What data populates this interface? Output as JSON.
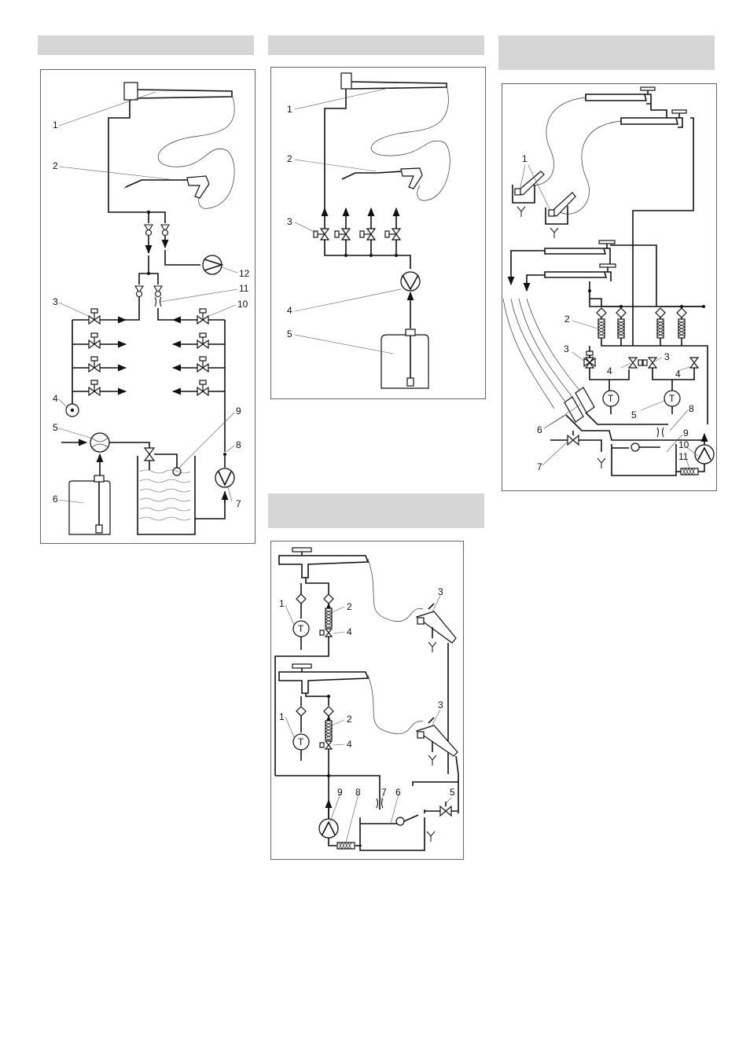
{
  "page": {
    "background": "#ffffff",
    "header_color": "#d6d6d6",
    "line_color": "#111111"
  },
  "diagram_a": {
    "labels": {
      "l1": "1",
      "l2": "2",
      "l3": "3",
      "l4": "4",
      "l5": "5",
      "l6": "6",
      "l7": "7",
      "l8": "8",
      "l9": "9",
      "l10": "10",
      "l11": "11",
      "l12": "12"
    }
  },
  "diagram_b": {
    "labels": {
      "l1": "1",
      "l2": "2",
      "l3": "3",
      "l4": "4",
      "l5": "5"
    }
  },
  "diagram_c": {
    "labels": {
      "l1a": "1",
      "l2a": "2",
      "l3a": "3",
      "l4a": "4",
      "l1b": "1",
      "l2b": "2",
      "l3b": "3",
      "l4b": "4",
      "l5": "5",
      "l6": "6",
      "l7": "7",
      "l8": "8",
      "l9": "9"
    },
    "thermometer_symbol": "T"
  },
  "diagram_d": {
    "labels": {
      "l1": "1",
      "l2": "2",
      "l3a": "3",
      "l4a": "4",
      "l3b": "3",
      "l4b": "4",
      "l5": "5",
      "l6": "6",
      "l7": "7",
      "l8": "8",
      "l9": "9",
      "l10": "10",
      "l11": "11"
    },
    "thermometer_symbol": "T"
  }
}
